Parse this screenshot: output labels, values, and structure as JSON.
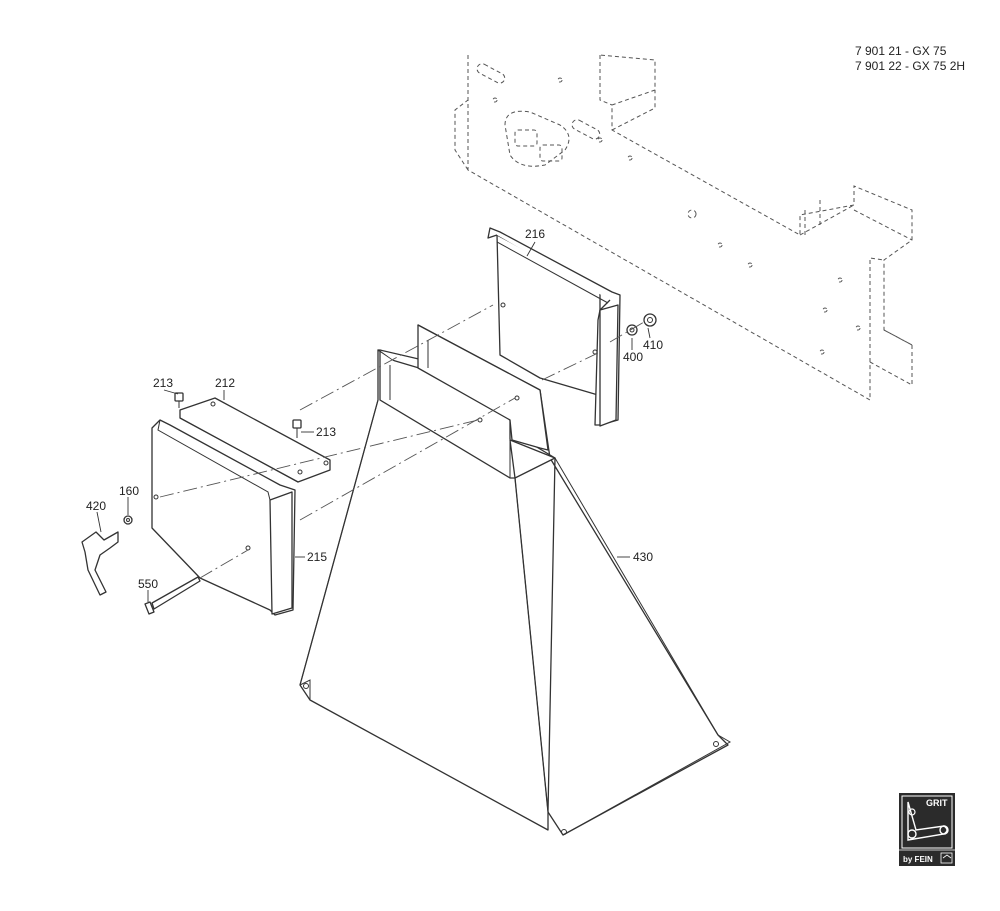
{
  "header": {
    "line1": "7 901 21 -      GX 75",
    "line2": "7 901 22 - GX 75 2H"
  },
  "parts": {
    "p216": "216",
    "p410": "410",
    "p400": "400",
    "p213a": "213",
    "p212": "212",
    "p213b": "213",
    "p160": "160",
    "p420": "420",
    "p215": "215",
    "p430": "430",
    "p550": "550"
  },
  "logo": {
    "top": "GRIT",
    "bottom": "by FEIN"
  }
}
